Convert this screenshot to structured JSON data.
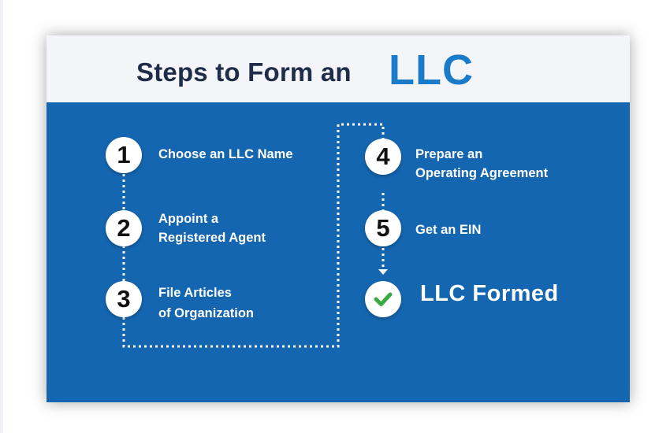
{
  "header": {
    "title_prefix": "Steps to Form an",
    "title_accent": "LLC"
  },
  "steps": [
    {
      "number": "1",
      "line1": "Choose an LLC Name",
      "line2": ""
    },
    {
      "number": "2",
      "line1": "Appoint a",
      "line2": "Registered Agent"
    },
    {
      "number": "3",
      "line1": "File Articles",
      "line2": "of Organization"
    },
    {
      "number": "4",
      "line1": "Prepare an",
      "line2": "Operating Agreement"
    },
    {
      "number": "5",
      "line1": "Get an EIN",
      "line2": ""
    }
  ],
  "final": {
    "label": "LLC Formed",
    "icon": "checkmark-icon"
  },
  "colors": {
    "panel_blue": "#1566b0",
    "header_bg": "#f3f5f8",
    "title_dark": "#1f2d48",
    "title_accent": "#1a7bc8",
    "check_green": "#3aa845"
  }
}
